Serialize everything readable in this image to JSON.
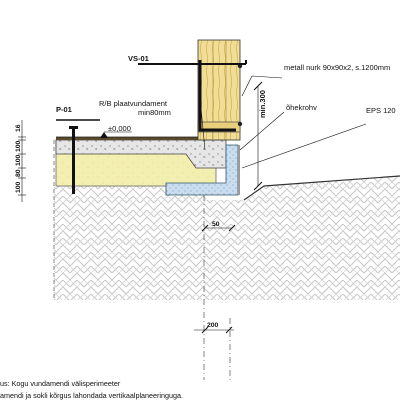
{
  "labels": {
    "vs01": "VS-01",
    "p01": "P-01",
    "rb_line1": "R/B plaatvundament",
    "rb_line2": "min80mm",
    "metal_corner": "metall nurk 90x90x2, s.1200mm",
    "min300": "min.300",
    "ohekrohv": "õhekrohv",
    "eps": "EPS 120",
    "level": "±0,000"
  },
  "dimensions": {
    "left_stack": [
      "16",
      "100",
      "100",
      "80",
      "100"
    ],
    "dim_50": "50",
    "dim_200": "200"
  },
  "notes": {
    "line1": "us: Kogu vundamendi välisperimeeter",
    "line2": "amendi ja sokli kõrgus lahondada vertikaalplaneeringuga."
  },
  "colors": {
    "insulation": "#f3efb0",
    "concrete": "#e4e4e4",
    "eps_blue": "#c9ddef",
    "wood": "#f3e3a0",
    "plaster_grey": "#9a9a9a",
    "hatch": "#c8c8c8"
  }
}
